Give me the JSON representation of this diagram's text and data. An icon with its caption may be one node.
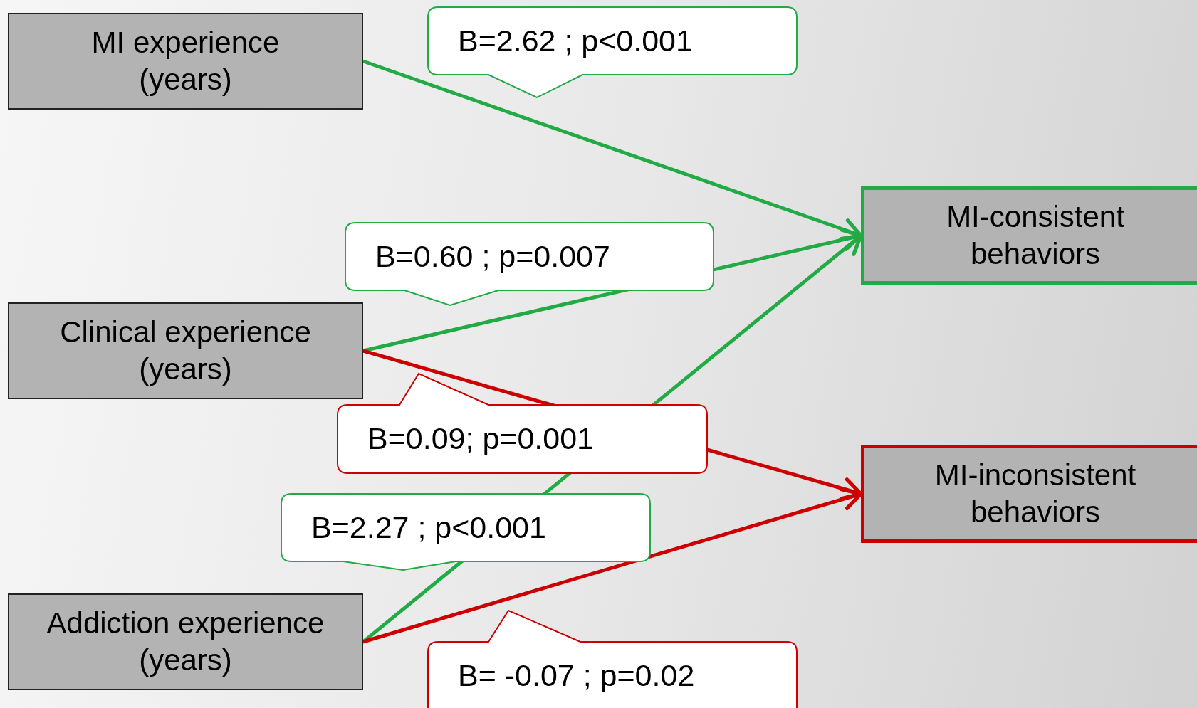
{
  "diagram": {
    "nodes": [
      {
        "text": [
          "MI experience (years)"
        ]
      },
      {
        "text": [
          "Clinical experience (years)"
        ]
      },
      {
        "text": [
          "Addiction experience (years)"
        ]
      },
      {
        "text": [
          "MI-consistent behaviors"
        ]
      },
      {
        "text": [
          "MI-inconsistent behaviors"
        ]
      }
    ],
    "edges": [
      {
        "from": 0,
        "to": 3,
        "arrow": "to",
        "label": "B=2.62 ; p<0.001"
      },
      {
        "from": 1,
        "to": 3,
        "arrow": "to",
        "label": "B=0.60 ; p=0.007"
      },
      {
        "from": 1,
        "to": 4,
        "arrow": "to",
        "label": "B=0.09; p=0.001",
        "color": "#cc0000"
      },
      {
        "from": 2,
        "to": 3,
        "arrow": "to",
        "label": "B=2.27 ; p<0.001"
      },
      {
        "from": 2,
        "to": 4,
        "arrow": "to",
        "label": "B= -0.07 ; p=0.02",
        "color": "#cc0000"
      }
    ]
  }
}
